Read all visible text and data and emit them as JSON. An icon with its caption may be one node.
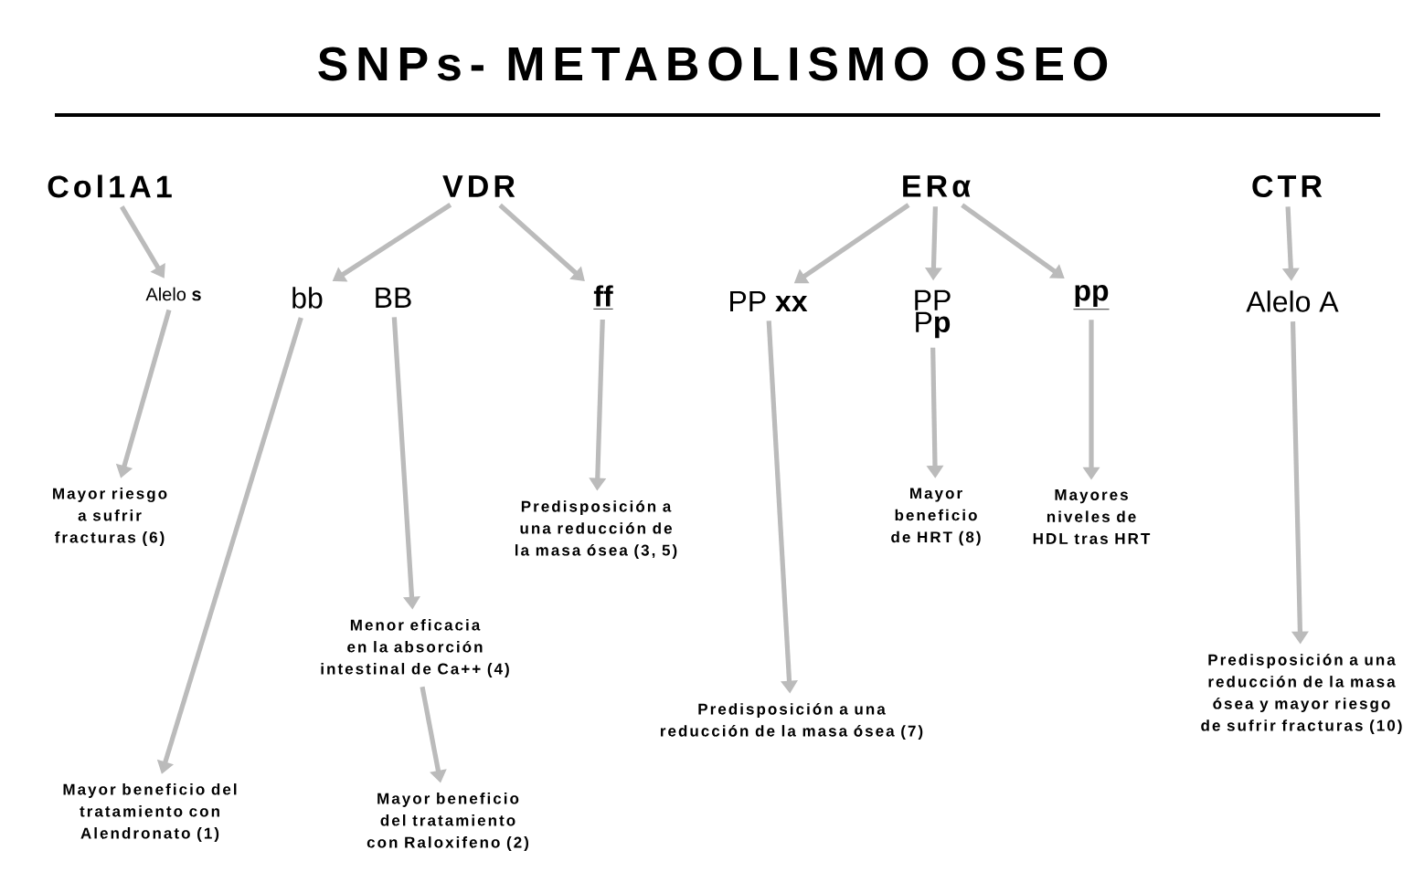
{
  "diagram": {
    "title": "SNPs- METABOLISMO OSEO",
    "nodes": [
      {
        "text": [
          "Col1A1"
        ]
      },
      {
        "text": [
          "VDR"
        ]
      },
      {
        "text": [
          "ERα"
        ]
      },
      {
        "text": [
          "CTR"
        ]
      },
      {
        "text": [
          "Alelo **s**"
        ]
      },
      {
        "text": [
          "bb"
        ]
      },
      {
        "text": [
          "BB"
        ]
      },
      {
        "text": [
          "ff"
        ]
      },
      {
        "text": [
          "PP **xx**"
        ]
      },
      {
        "text": [
          "PP P**p**"
        ]
      },
      {
        "text": [
          "pp"
        ]
      },
      {
        "text": [
          "Alelo A"
        ]
      },
      {
        "text": [
          "Mayor riesgo a sufrir fracturas (6)"
        ]
      },
      {
        "text": [
          "Predisposición a una reducción de la masa ósea (3, 5)"
        ]
      },
      {
        "text": [
          "Mayor beneficio de HRT (8)"
        ]
      },
      {
        "text": [
          "Mayores niveles de HDL tras HRT"
        ]
      },
      {
        "text": [
          "Menor eficacia en la absorción intestinal de Ca++ (4)"
        ]
      },
      {
        "text": [
          "Predisposición a una reducción de la masa ósea (7)"
        ]
      },
      {
        "text": [
          "Predisposición a una reducción de la masa ósea y mayor riesgo de sufrir fracturas (10)"
        ]
      },
      {
        "text": [
          "Mayor beneficio del tratamiento con Alendronato (1)"
        ]
      },
      {
        "text": [
          "Mayor beneficio del tratamiento con Raloxifeno (2)"
        ]
      }
    ],
    "edges": [
      {
        "from": 0,
        "to": 4,
        "arrow": "to"
      },
      {
        "from": 4,
        "to": 12,
        "arrow": "to"
      },
      {
        "from": 1,
        "to": 5,
        "arrow": "to"
      },
      {
        "from": 1,
        "to": 7,
        "arrow": "to"
      },
      {
        "from": 5,
        "to": 19,
        "arrow": "to"
      },
      {
        "from": 6,
        "to": 16,
        "arrow": "to"
      },
      {
        "from": 16,
        "to": 20,
        "arrow": "to"
      },
      {
        "from": 7,
        "to": 13,
        "arrow": "to"
      },
      {
        "from": 2,
        "to": 8,
        "arrow": "to"
      },
      {
        "from": 2,
        "to": 9,
        "arrow": "to"
      },
      {
        "from": 2,
        "to": 10,
        "arrow": "to"
      },
      {
        "from": 8,
        "to": 17,
        "arrow": "to"
      },
      {
        "from": 9,
        "to": 14,
        "arrow": "to"
      },
      {
        "from": 10,
        "to": 15,
        "arrow": "to"
      },
      {
        "from": 3,
        "to": 11,
        "arrow": "to"
      },
      {
        "from": 11,
        "to": 18,
        "arrow": "to"
      }
    ]
  }
}
